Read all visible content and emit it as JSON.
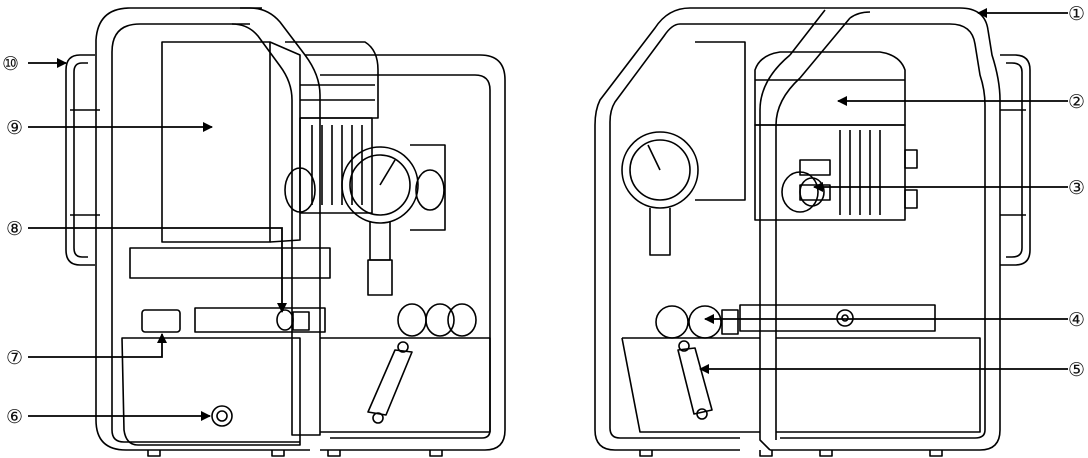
{
  "figure": {
    "views": [
      "left-view",
      "right-view"
    ],
    "callouts": [
      {
        "id": "c1",
        "number": "①",
        "target": "frame-handle-right-view"
      },
      {
        "id": "c2",
        "number": "②",
        "target": "motor-cover"
      },
      {
        "id": "c3",
        "number": "③",
        "target": "power-knob"
      },
      {
        "id": "c4",
        "number": "④",
        "target": "quick-coupler"
      },
      {
        "id": "c5",
        "number": "⑤",
        "target": "oil-level-window"
      },
      {
        "id": "c6",
        "number": "⑥",
        "target": "drain-plug"
      },
      {
        "id": "c7",
        "number": "⑦",
        "target": "filler-cap"
      },
      {
        "id": "c8",
        "number": "⑧",
        "target": "pressure-adjust-valve"
      },
      {
        "id": "c9",
        "number": "⑨",
        "target": "electrical-box"
      },
      {
        "id": "c10",
        "number": "⑩",
        "target": "side-handle"
      }
    ]
  }
}
